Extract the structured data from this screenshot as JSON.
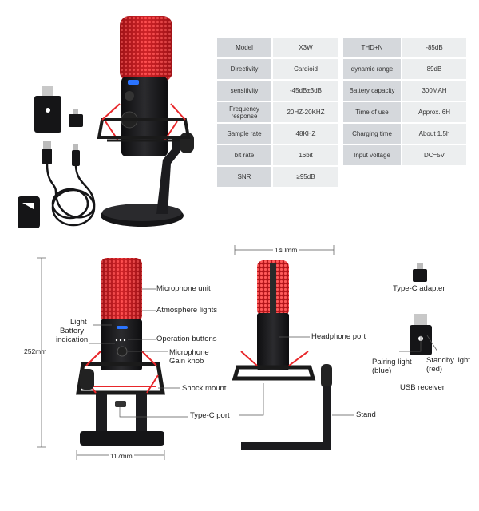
{
  "specs_left": [
    {
      "key": "Model",
      "value": "X3W"
    },
    {
      "key": "Directivity",
      "value": "Cardioid"
    },
    {
      "key": "sensitivity",
      "value": "-45dB±3dB"
    },
    {
      "key": "Frequency response",
      "value": "20HZ-20KHZ"
    },
    {
      "key": "Sample rate",
      "value": "48KHZ"
    },
    {
      "key": "bit rate",
      "value": "16bit"
    },
    {
      "key": "SNR",
      "value": "≥95dB"
    }
  ],
  "specs_right": [
    {
      "key": "THD+N",
      "value": "-85dB"
    },
    {
      "key": "dynamic range",
      "value": "89dB"
    },
    {
      "key": "Battery capacity",
      "value": "300MAH"
    },
    {
      "key": "Time of use",
      "value": "Approx. 6H"
    },
    {
      "key": "Charging time",
      "value": "About 1.5h"
    },
    {
      "key": "Input voltage",
      "value": "DC=5V"
    }
  ],
  "front_labels": {
    "microphone_unit": "Microphone unit",
    "atmosphere_lights": "Atmosphere lights",
    "light": "Light",
    "battery_indication": "Battery\nindication",
    "operation_buttons": "Operation buttons",
    "gain_knob": "Microphone\nGain knob",
    "shock_mount": "Shock mount",
    "type_c_port": "Type-C port"
  },
  "side_labels": {
    "headphone_port": "Headphone port",
    "stand": "Stand"
  },
  "accessory_labels": {
    "type_c_adapter": "Type-C adapter",
    "pairing_light": "Pairing light\n(blue)",
    "standby_light": "Standby light\n(red)",
    "usb_receiver": "USB receiver"
  },
  "dimensions": {
    "height": "252mm",
    "base_width": "117mm",
    "side_width": "140mm"
  },
  "colors": {
    "accent_red": "#e8262a",
    "body_black": "#1b1b1d",
    "table_key_bg": "#d5d8dc",
    "table_val_bg": "#eceeef"
  }
}
